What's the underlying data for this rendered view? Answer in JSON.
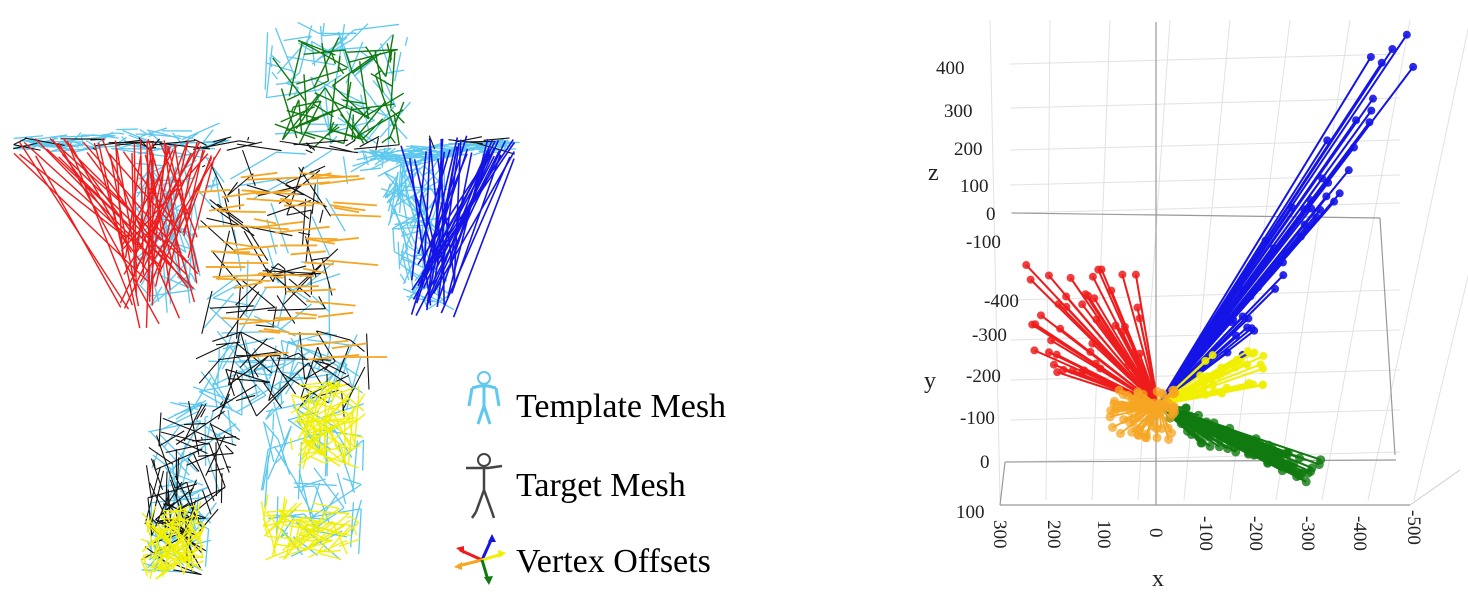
{
  "legend": {
    "template_label": "Template Mesh",
    "target_label": "Target Mesh",
    "offsets_label": "Vertex Offsets"
  },
  "axes": {
    "x_title": "x",
    "y_title": "y",
    "z_title": "z",
    "x_ticks": [
      "300",
      "200",
      "100",
      "0",
      "-100",
      "-200",
      "-300",
      "-400",
      "-500"
    ],
    "y_ticks": [
      "-400",
      "-300",
      "-200",
      "-100",
      "0",
      "100"
    ],
    "z_ticks": [
      "400",
      "300",
      "200",
      "100",
      "0",
      "-100"
    ]
  },
  "colors": {
    "template": "#5ec8ee",
    "target": "#111111",
    "left_arm": "#ee1c1c",
    "right_arm": "#1414e6",
    "head": "#107a10",
    "torso": "#f5a623",
    "legs": "#f0f000",
    "grid": "#e2e2e2"
  }
}
